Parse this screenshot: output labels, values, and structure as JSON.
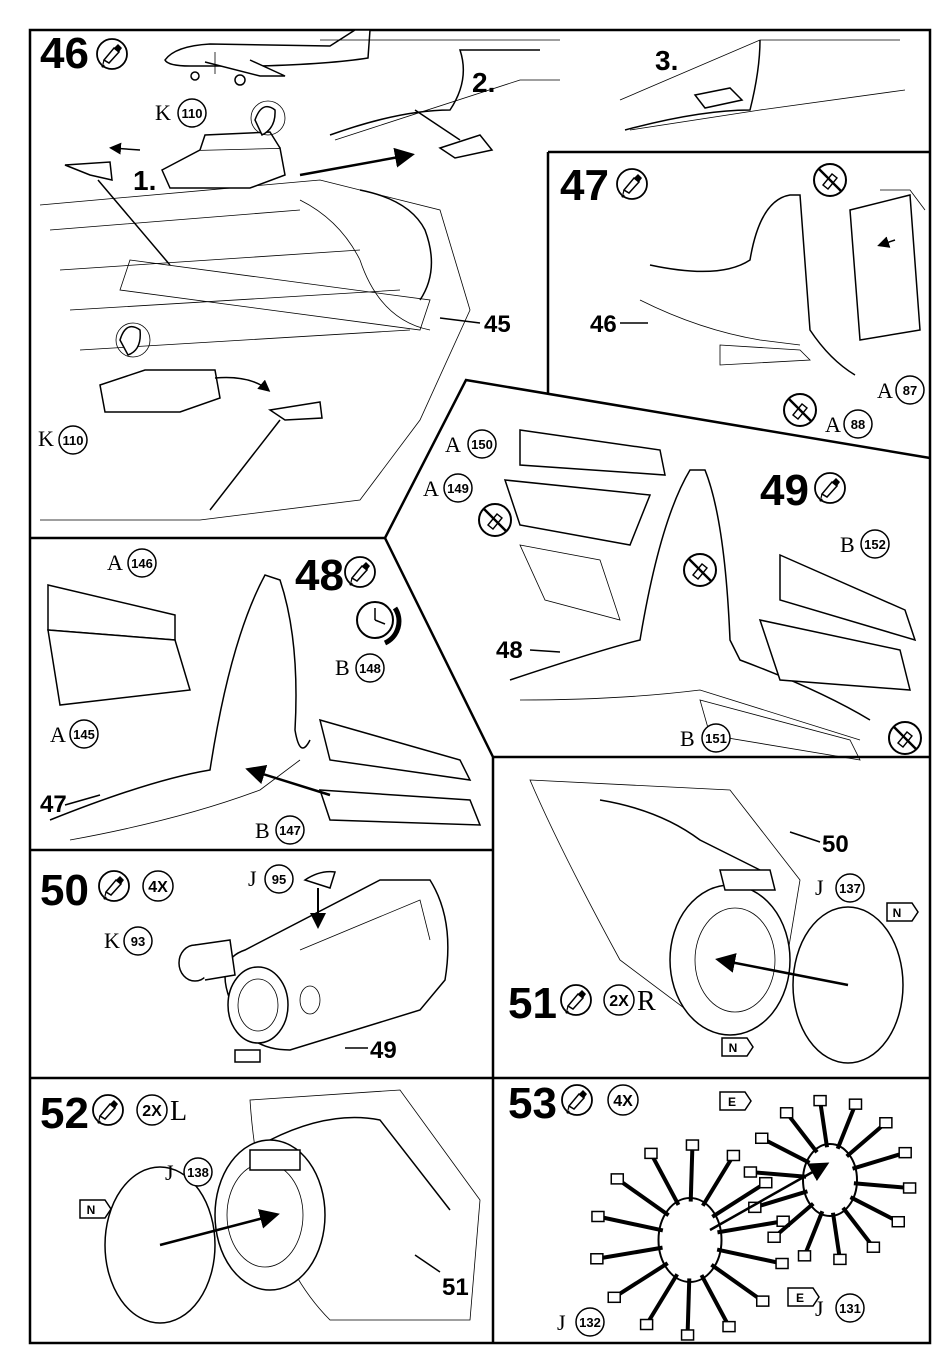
{
  "steps": [
    {
      "id": "46",
      "label": "46",
      "sub_labels": [
        "1.",
        "2.",
        "3."
      ],
      "ref": "45",
      "parts": [
        {
          "letter": "K",
          "num": "110"
        },
        {
          "letter": "K",
          "num": "110"
        }
      ]
    },
    {
      "id": "47",
      "label": "47",
      "ref": "46",
      "parts": [
        {
          "letter": "A",
          "num": "87"
        },
        {
          "letter": "A",
          "num": "88"
        }
      ]
    },
    {
      "id": "48",
      "label": "48",
      "ref": "47",
      "parts": [
        {
          "letter": "A",
          "num": "146"
        },
        {
          "letter": "A",
          "num": "145"
        },
        {
          "letter": "B",
          "num": "148"
        },
        {
          "letter": "B",
          "num": "147"
        }
      ]
    },
    {
      "id": "49",
      "label": "49",
      "ref": "48",
      "parts": [
        {
          "letter": "A",
          "num": "150"
        },
        {
          "letter": "A",
          "num": "149"
        },
        {
          "letter": "B",
          "num": "152"
        },
        {
          "letter": "B",
          "num": "151"
        }
      ]
    },
    {
      "id": "50",
      "label": "50",
      "ref": "49",
      "multiplier": "4X",
      "parts": [
        {
          "letter": "J",
          "num": "95"
        },
        {
          "letter": "K",
          "num": "93"
        }
      ]
    },
    {
      "id": "51",
      "label": "51",
      "ref": "50",
      "multiplier": "2X",
      "side": "R",
      "flags": [
        "N",
        "N"
      ],
      "parts": [
        {
          "letter": "J",
          "num": "137"
        }
      ]
    },
    {
      "id": "52",
      "label": "52",
      "ref": "51",
      "multiplier": "2X",
      "side": "L",
      "flags": [
        "N"
      ],
      "parts": [
        {
          "letter": "J",
          "num": "138"
        }
      ]
    },
    {
      "id": "53",
      "label": "53",
      "multiplier": "4X",
      "flags": [
        "E",
        "E"
      ],
      "parts": [
        {
          "letter": "J",
          "num": "132"
        },
        {
          "letter": "J",
          "num": "131"
        }
      ]
    }
  ],
  "icons": {
    "glue": "glue-tube-icon",
    "no_glue": "no-glue-icon",
    "clock": "drying-clock-icon"
  }
}
